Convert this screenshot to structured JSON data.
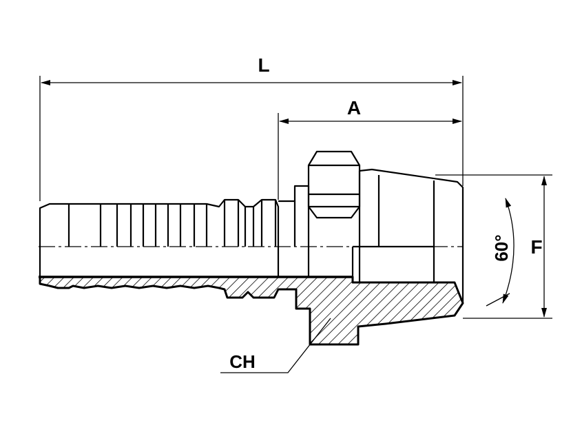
{
  "labels": {
    "length": "L",
    "thread_length": "A",
    "angle": "60°",
    "thread_size": "F",
    "hex": "CH"
  },
  "colors": {
    "line": "#000000",
    "background": "#ffffff"
  }
}
